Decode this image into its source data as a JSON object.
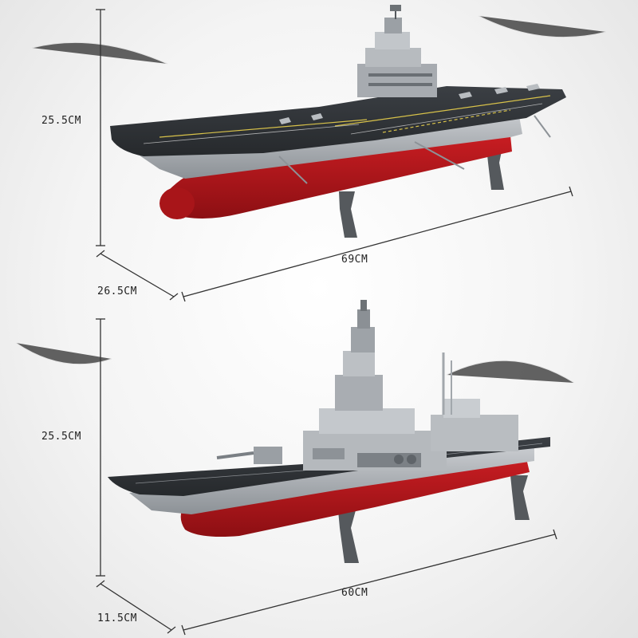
{
  "carrier": {
    "height_label": "25.5CM",
    "length_label": "69CM",
    "width_label": "26.5CM"
  },
  "destroyer": {
    "height_label": "25.5CM",
    "length_label": "60CM",
    "width_label": "11.5CM"
  },
  "colors": {
    "hull_red": "#b3151a",
    "deck_dark": "#2f3236",
    "superstructure_grey": "#9ea3a8",
    "stand_grey": "#55595d"
  }
}
